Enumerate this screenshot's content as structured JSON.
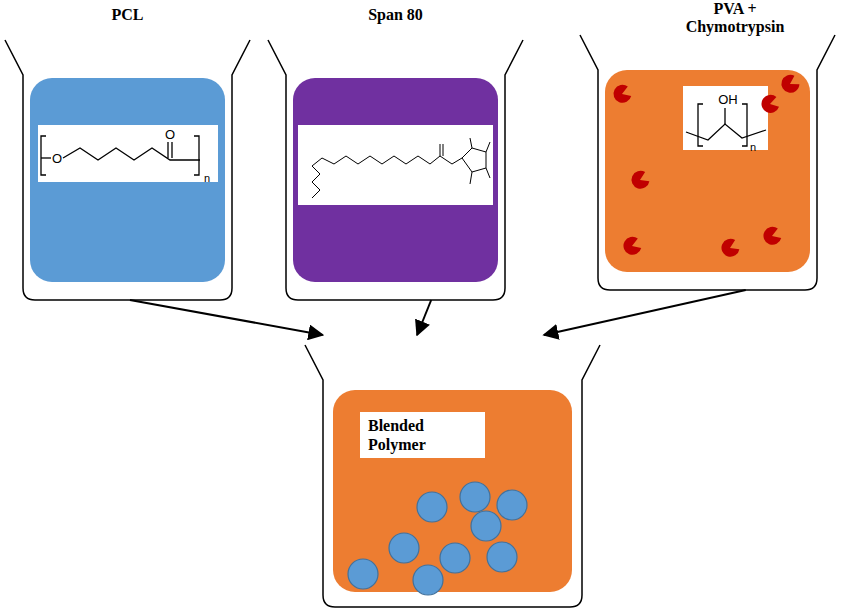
{
  "diagram": {
    "nodes": [
      {
        "text": [
          "PCL"
        ]
      },
      {
        "text": [
          "Span 80"
        ]
      },
      {
        "text": [
          "PVA + Chymotrypsin"
        ]
      },
      {
        "text": [
          "Blended Polymer"
        ]
      }
    ],
    "edges": [
      {
        "from": 0,
        "to": 3,
        "arrow": "to"
      },
      {
        "from": 1,
        "to": 3,
        "arrow": "to"
      },
      {
        "from": 2,
        "to": 3,
        "arrow": "to"
      }
    ],
    "labels": [
      "O",
      "O",
      "n",
      "OH",
      "n"
    ]
  }
}
